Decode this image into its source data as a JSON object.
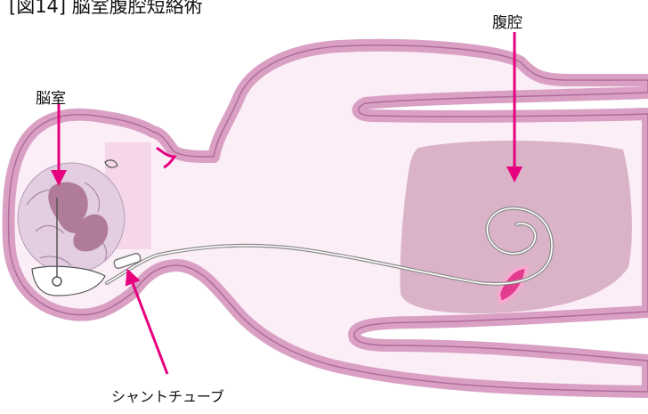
{
  "figure": {
    "title": "[図14] 脳室腹腔短絡術",
    "labels": {
      "ventricle": "脳室",
      "peritoneal_cavity": "腹腔",
      "shunt_tube": "シャントチューブ"
    }
  },
  "colors": {
    "body_fill": "#fbeef6",
    "body_outline": "#d9a0c4",
    "body_stroke": "#b06c98",
    "abdomen_fill": "#d4a8bf",
    "ventricle_fill": "#b07a99",
    "arrow": "#e6007e",
    "tube": "#8a8a8a"
  }
}
